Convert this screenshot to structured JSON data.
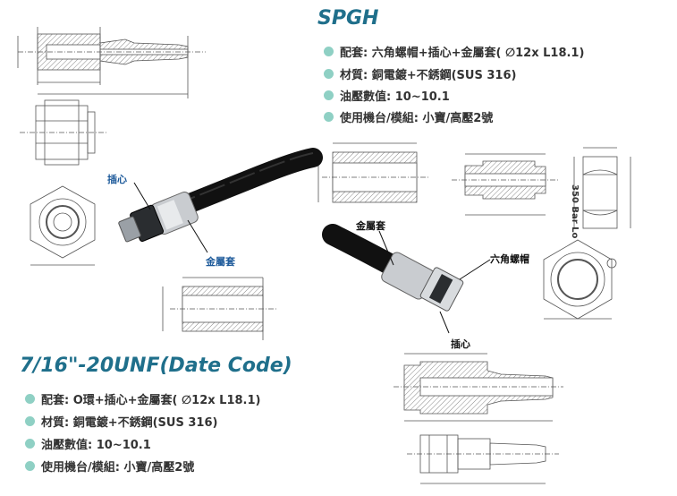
{
  "top_right": {
    "title": "SPGH",
    "specs": [
      "配套: 六角螺帽+插心+金屬套( ∅12x L18.1)",
      "材質: 銅電鍍+不銹鋼(SUS 316)",
      "油壓數值: 10~10.1",
      "使用機台/模組: 小寶/高壓2號"
    ]
  },
  "bottom_left": {
    "title": "7/16\"-20UNF(Date Code)",
    "specs": [
      "配套: O環+插心+金屬套( ∅12x L18.1)",
      "材質: 銅電鍍+不銹鋼(SUS 316)",
      "油壓數值: 10~10.1",
      "使用機台/模組: 小寶/高壓2號"
    ]
  },
  "left_photo": {
    "label_core": "插心",
    "label_sleeve": "金屬套"
  },
  "right_photo": {
    "label_sleeve": "金屬套",
    "label_nut": "六角螺帽",
    "label_core": "插心",
    "hose_print": "350 Bar Lo"
  },
  "colors": {
    "title": "#1f6f8b",
    "bullet": "#8fd0c4",
    "callout_blue": "#1d5a9a",
    "drawing_line": "#555555",
    "hatch": "#888888"
  }
}
